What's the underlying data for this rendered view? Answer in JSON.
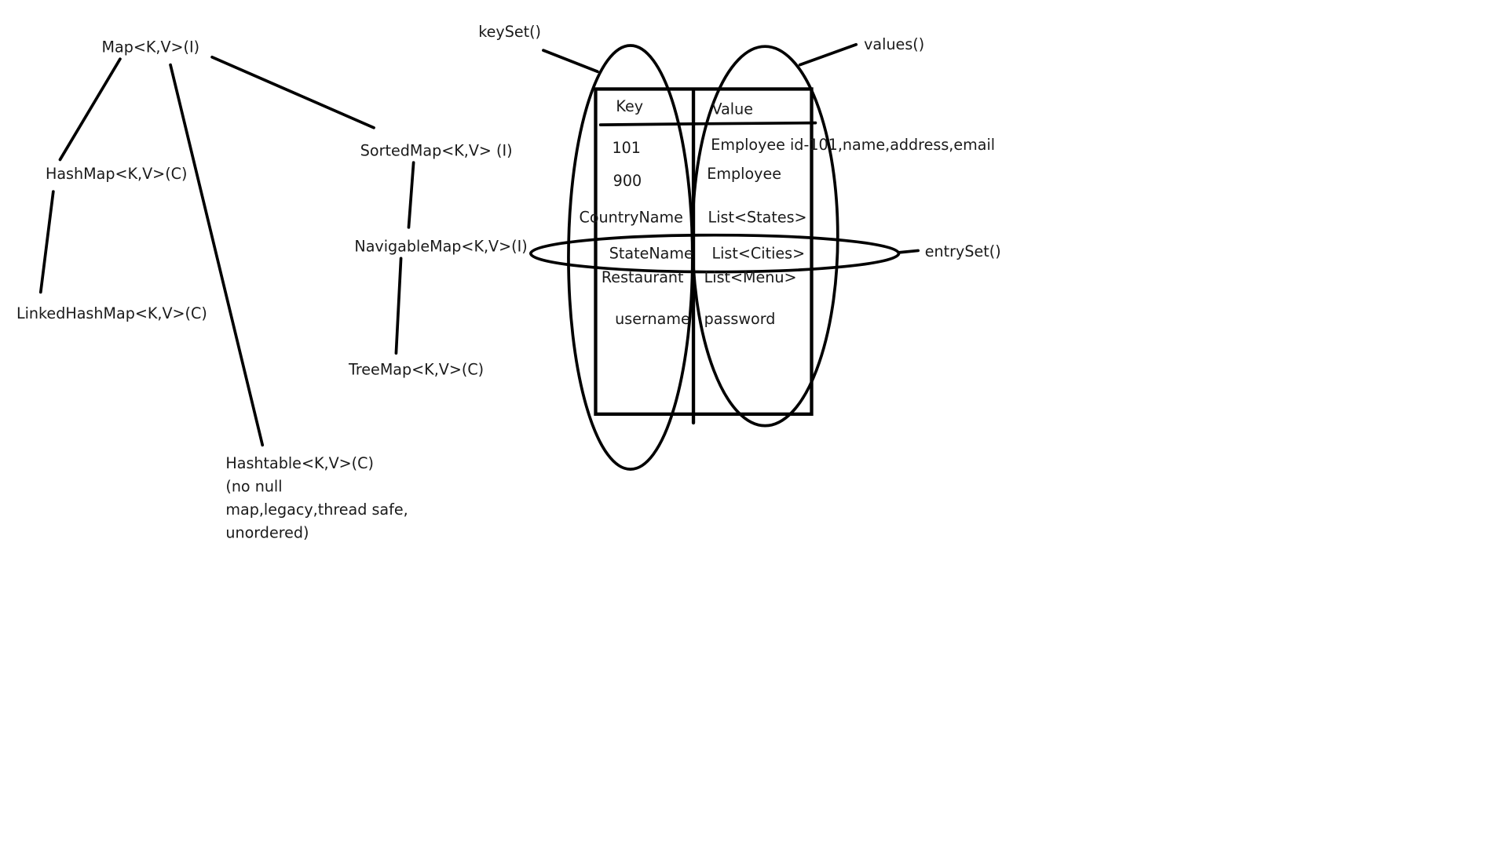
{
  "hierarchy": {
    "map": "Map<K,V>(I)",
    "hashmap": "HashMap<K,V>(C)",
    "linkedhashmap": "LinkedHashMap<K,V>(C)",
    "sortedmap": "SortedMap<K,V> (I)",
    "navigablemap": "NavigableMap<K,V>(I)",
    "treemap": "TreeMap<K,V>(C)",
    "hashtable": {
      "title": "Hashtable<K,V>(C)",
      "notes": [
        "(no null",
        "map,legacy,thread safe,",
        "unordered)"
      ]
    }
  },
  "views": {
    "keyset": "keySet()",
    "values": "values()",
    "entryset": "entrySet()"
  },
  "table": {
    "headers": {
      "key": "Key",
      "value": "Value"
    },
    "rows": [
      {
        "key": "101",
        "value": "Employee id-101,name,address,email"
      },
      {
        "key": "900",
        "value": "Employee"
      },
      {
        "key": "CountryName",
        "value": "List<States>"
      },
      {
        "key": "StateName",
        "value": "List<Cities>"
      },
      {
        "key": "Restaurant",
        "value": "List<Menu>"
      },
      {
        "key": "username",
        "value": "password"
      }
    ]
  }
}
